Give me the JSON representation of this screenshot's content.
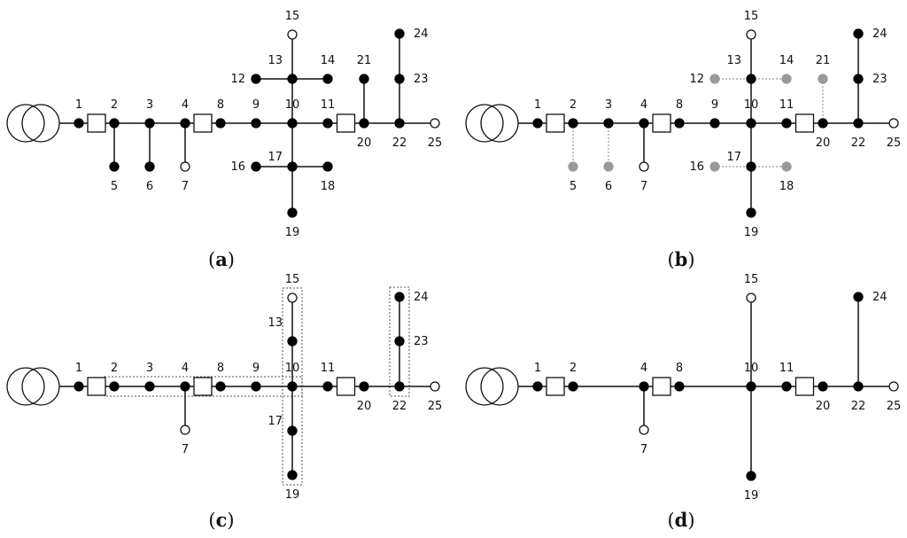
{
  "colors": {
    "line": "#111111",
    "node_filled": "#000000",
    "node_open_fill": "#ffffff",
    "node_removed": "#999999",
    "removed_line": "#9a9a9a",
    "group_box": "#555555"
  },
  "panels": [
    {
      "id": "a",
      "caption": {
        "open": "(",
        "letter": "a",
        "close": ")"
      },
      "nodes": [
        {
          "id": "1",
          "label": "1",
          "style": "filled"
        },
        {
          "id": "2",
          "label": "2",
          "style": "filled"
        },
        {
          "id": "3",
          "label": "3",
          "style": "filled"
        },
        {
          "id": "4",
          "label": "4",
          "style": "filled"
        },
        {
          "id": "5",
          "label": "5",
          "style": "filled"
        },
        {
          "id": "6",
          "label": "6",
          "style": "filled"
        },
        {
          "id": "7",
          "label": "7",
          "style": "open"
        },
        {
          "id": "8",
          "label": "8",
          "style": "filled"
        },
        {
          "id": "9",
          "label": "9",
          "style": "filled"
        },
        {
          "id": "10",
          "label": "10",
          "style": "filled"
        },
        {
          "id": "11",
          "label": "11",
          "style": "filled"
        },
        {
          "id": "12",
          "label": "12",
          "style": "filled"
        },
        {
          "id": "13",
          "label": "13",
          "style": "filled"
        },
        {
          "id": "14",
          "label": "14",
          "style": "filled"
        },
        {
          "id": "15",
          "label": "15",
          "style": "open"
        },
        {
          "id": "16",
          "label": "16",
          "style": "filled"
        },
        {
          "id": "17",
          "label": "17",
          "style": "filled"
        },
        {
          "id": "18",
          "label": "18",
          "style": "filled"
        },
        {
          "id": "19",
          "label": "19",
          "style": "filled"
        },
        {
          "id": "20",
          "label": "20",
          "style": "filled"
        },
        {
          "id": "21",
          "label": "21",
          "style": "filled"
        },
        {
          "id": "22",
          "label": "22",
          "style": "filled"
        },
        {
          "id": "23",
          "label": "23",
          "style": "filled"
        },
        {
          "id": "24",
          "label": "24",
          "style": "filled"
        },
        {
          "id": "25",
          "label": "25",
          "style": "open"
        }
      ],
      "edges": [
        [
          "1",
          "2"
        ],
        [
          "2",
          "3"
        ],
        [
          "3",
          "4"
        ],
        [
          "4",
          "8"
        ],
        [
          "8",
          "9"
        ],
        [
          "9",
          "10"
        ],
        [
          "10",
          "11"
        ],
        [
          "11",
          "20"
        ],
        [
          "20",
          "22"
        ],
        [
          "22",
          "25"
        ],
        [
          "2",
          "5"
        ],
        [
          "3",
          "6"
        ],
        [
          "4",
          "7"
        ],
        [
          "10",
          "13"
        ],
        [
          "13",
          "15"
        ],
        [
          "12",
          "13"
        ],
        [
          "13",
          "14"
        ],
        [
          "10",
          "17"
        ],
        [
          "17",
          "19"
        ],
        [
          "16",
          "17"
        ],
        [
          "17",
          "18"
        ],
        [
          "20",
          "21"
        ],
        [
          "22",
          "23"
        ],
        [
          "23",
          "24"
        ]
      ],
      "dashed_edges": [],
      "switches": [
        [
          "1",
          "2"
        ],
        [
          "4",
          "8"
        ],
        [
          "11",
          "20"
        ]
      ]
    },
    {
      "id": "b",
      "caption": {
        "open": "(",
        "letter": "b",
        "close": ")"
      },
      "nodes": [
        {
          "id": "1",
          "label": "1",
          "style": "filled"
        },
        {
          "id": "2",
          "label": "2",
          "style": "filled"
        },
        {
          "id": "3",
          "label": "3",
          "style": "filled"
        },
        {
          "id": "4",
          "label": "4",
          "style": "filled"
        },
        {
          "id": "5",
          "label": "5",
          "style": "removed"
        },
        {
          "id": "6",
          "label": "6",
          "style": "removed"
        },
        {
          "id": "7",
          "label": "7",
          "style": "open"
        },
        {
          "id": "8",
          "label": "8",
          "style": "filled"
        },
        {
          "id": "9",
          "label": "9",
          "style": "filled"
        },
        {
          "id": "10",
          "label": "10",
          "style": "filled"
        },
        {
          "id": "11",
          "label": "11",
          "style": "filled"
        },
        {
          "id": "12",
          "label": "12",
          "style": "removed"
        },
        {
          "id": "13",
          "label": "13",
          "style": "filled"
        },
        {
          "id": "14",
          "label": "14",
          "style": "removed"
        },
        {
          "id": "15",
          "label": "15",
          "style": "open"
        },
        {
          "id": "16",
          "label": "16",
          "style": "removed"
        },
        {
          "id": "17",
          "label": "17",
          "style": "filled"
        },
        {
          "id": "18",
          "label": "18",
          "style": "removed"
        },
        {
          "id": "19",
          "label": "19",
          "style": "filled"
        },
        {
          "id": "20",
          "label": "20",
          "style": "filled"
        },
        {
          "id": "21",
          "label": "21",
          "style": "removed"
        },
        {
          "id": "22",
          "label": "22",
          "style": "filled"
        },
        {
          "id": "23",
          "label": "23",
          "style": "filled"
        },
        {
          "id": "24",
          "label": "24",
          "style": "filled"
        },
        {
          "id": "25",
          "label": "25",
          "style": "open"
        }
      ],
      "edges": [
        [
          "1",
          "2"
        ],
        [
          "2",
          "3"
        ],
        [
          "3",
          "4"
        ],
        [
          "4",
          "8"
        ],
        [
          "8",
          "9"
        ],
        [
          "9",
          "10"
        ],
        [
          "10",
          "11"
        ],
        [
          "11",
          "20"
        ],
        [
          "20",
          "22"
        ],
        [
          "22",
          "25"
        ],
        [
          "4",
          "7"
        ],
        [
          "10",
          "13"
        ],
        [
          "13",
          "15"
        ],
        [
          "10",
          "17"
        ],
        [
          "17",
          "19"
        ],
        [
          "22",
          "23"
        ],
        [
          "23",
          "24"
        ]
      ],
      "dashed_edges": [
        [
          "2",
          "5"
        ],
        [
          "3",
          "6"
        ],
        [
          "12",
          "13"
        ],
        [
          "13",
          "14"
        ],
        [
          "16",
          "17"
        ],
        [
          "17",
          "18"
        ],
        [
          "20",
          "21"
        ]
      ],
      "switches": [
        [
          "1",
          "2"
        ],
        [
          "4",
          "8"
        ],
        [
          "11",
          "20"
        ]
      ]
    },
    {
      "id": "c",
      "caption": {
        "open": "(",
        "letter": "c",
        "close": ")"
      },
      "nodes": [
        {
          "id": "1",
          "label": "1",
          "style": "filled"
        },
        {
          "id": "2",
          "label": "2",
          "style": "filled"
        },
        {
          "id": "3",
          "label": "3",
          "style": "filled"
        },
        {
          "id": "4",
          "label": "4",
          "style": "filled"
        },
        {
          "id": "7",
          "label": "7",
          "style": "open"
        },
        {
          "id": "8",
          "label": "8",
          "style": "filled"
        },
        {
          "id": "9",
          "label": "9",
          "style": "filled"
        },
        {
          "id": "10",
          "label": "10",
          "style": "filled"
        },
        {
          "id": "11",
          "label": "11",
          "style": "filled"
        },
        {
          "id": "13",
          "label": "13",
          "style": "filled"
        },
        {
          "id": "15",
          "label": "15",
          "style": "open"
        },
        {
          "id": "17",
          "label": "17",
          "style": "filled"
        },
        {
          "id": "19",
          "label": "19",
          "style": "filled"
        },
        {
          "id": "20",
          "label": "20",
          "style": "filled"
        },
        {
          "id": "22",
          "label": "22",
          "style": "filled"
        },
        {
          "id": "23",
          "label": "23",
          "style": "filled"
        },
        {
          "id": "24",
          "label": "24",
          "style": "filled"
        },
        {
          "id": "25",
          "label": "25",
          "style": "open"
        }
      ],
      "edges": [
        [
          "1",
          "2"
        ],
        [
          "2",
          "3"
        ],
        [
          "3",
          "4"
        ],
        [
          "4",
          "8"
        ],
        [
          "8",
          "9"
        ],
        [
          "9",
          "10"
        ],
        [
          "10",
          "11"
        ],
        [
          "11",
          "20"
        ],
        [
          "20",
          "22"
        ],
        [
          "22",
          "25"
        ],
        [
          "4",
          "7"
        ],
        [
          "10",
          "13"
        ],
        [
          "13",
          "15"
        ],
        [
          "10",
          "17"
        ],
        [
          "17",
          "19"
        ],
        [
          "22",
          "23"
        ],
        [
          "23",
          "24"
        ]
      ],
      "dashed_edges": [],
      "switches": [
        [
          "1",
          "2"
        ],
        [
          "4",
          "8"
        ],
        [
          "11",
          "20"
        ]
      ],
      "group_boxes": [
        [
          "2",
          "3",
          "4",
          "8",
          "9",
          "10"
        ],
        [
          "15",
          "13",
          "10",
          "17",
          "19"
        ],
        [
          "24",
          "23",
          "22"
        ]
      ]
    },
    {
      "id": "d",
      "caption": {
        "open": "(",
        "letter": "d",
        "close": ")"
      },
      "nodes": [
        {
          "id": "1",
          "label": "1",
          "style": "filled"
        },
        {
          "id": "2",
          "label": "2",
          "style": "filled"
        },
        {
          "id": "4",
          "label": "4",
          "style": "filled"
        },
        {
          "id": "7",
          "label": "7",
          "style": "open"
        },
        {
          "id": "8",
          "label": "8",
          "style": "filled"
        },
        {
          "id": "10",
          "label": "10",
          "style": "filled"
        },
        {
          "id": "11",
          "label": "11",
          "style": "filled"
        },
        {
          "id": "15",
          "label": "15",
          "style": "open"
        },
        {
          "id": "19",
          "label": "19",
          "style": "filled"
        },
        {
          "id": "20",
          "label": "20",
          "style": "filled"
        },
        {
          "id": "22",
          "label": "22",
          "style": "filled"
        },
        {
          "id": "24",
          "label": "24",
          "style": "filled"
        },
        {
          "id": "25",
          "label": "25",
          "style": "open"
        }
      ],
      "edges": [
        [
          "1",
          "2"
        ],
        [
          "2",
          "4"
        ],
        [
          "4",
          "8"
        ],
        [
          "8",
          "10"
        ],
        [
          "10",
          "11"
        ],
        [
          "11",
          "20"
        ],
        [
          "20",
          "22"
        ],
        [
          "22",
          "25"
        ],
        [
          "4",
          "7"
        ],
        [
          "10",
          "15"
        ],
        [
          "10",
          "19"
        ],
        [
          "22",
          "24"
        ]
      ],
      "dashed_edges": [],
      "switches": [
        [
          "1",
          "2"
        ],
        [
          "4",
          "8"
        ],
        [
          "11",
          "20"
        ]
      ]
    }
  ]
}
